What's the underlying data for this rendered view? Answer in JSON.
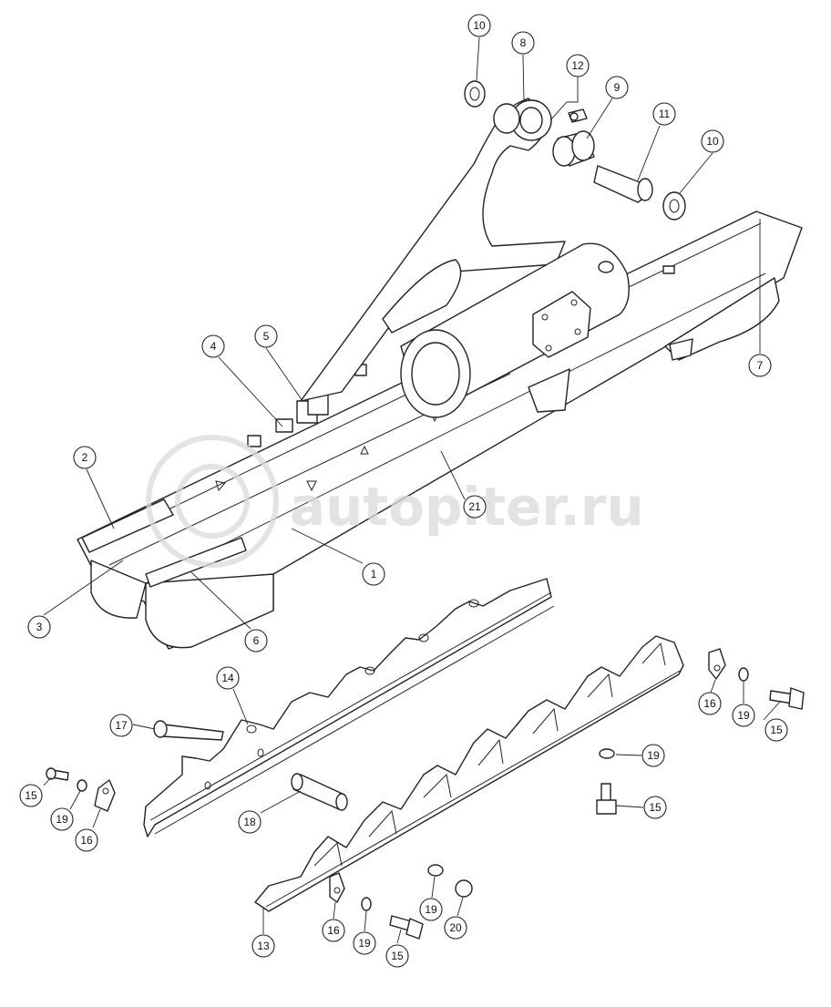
{
  "watermark": {
    "text": "autopiter.ru"
  },
  "callouts": [
    {
      "number": "10"
    },
    {
      "number": "8"
    },
    {
      "number": "12"
    },
    {
      "number": "9"
    },
    {
      "number": "11"
    },
    {
      "number": "10"
    },
    {
      "number": "7"
    },
    {
      "number": "4"
    },
    {
      "number": "5"
    },
    {
      "number": "2"
    },
    {
      "number": "3"
    },
    {
      "number": "21"
    },
    {
      "number": "1"
    },
    {
      "number": "6"
    },
    {
      "number": "14"
    },
    {
      "number": "17"
    },
    {
      "number": "16"
    },
    {
      "number": "19"
    },
    {
      "number": "15"
    },
    {
      "number": "19"
    },
    {
      "number": "15"
    },
    {
      "number": "15"
    },
    {
      "number": "19"
    },
    {
      "number": "16"
    },
    {
      "number": "18"
    },
    {
      "number": "13"
    },
    {
      "number": "16"
    },
    {
      "number": "19"
    },
    {
      "number": "15"
    },
    {
      "number": "19"
    },
    {
      "number": "20"
    }
  ]
}
